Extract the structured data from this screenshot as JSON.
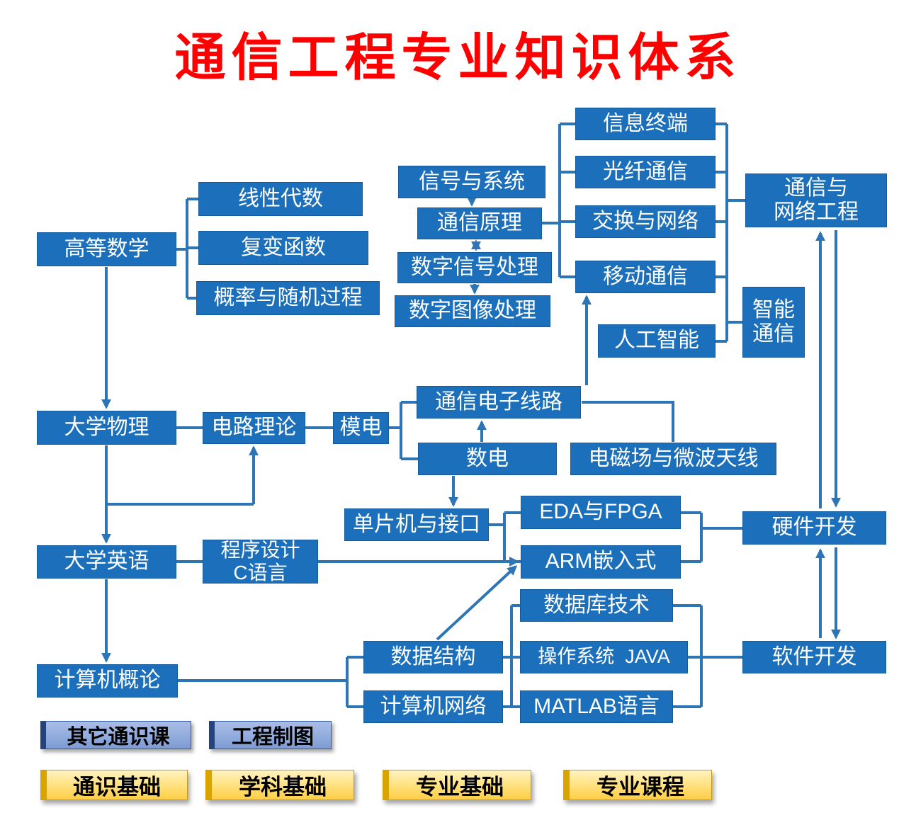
{
  "title": "通信工程专业知识体系",
  "nodes": {
    "advanced_math": "高等数学",
    "linear_algebra": "线性代数",
    "complex_functions": "复变函数",
    "probability": "概率与随机过程",
    "signals_systems": "信号与系统",
    "comm_principles": "通信原理",
    "dsp": "数字信号处理",
    "dip": "数字图像处理",
    "info_terminal": "信息终端",
    "optical_comm": "光纤通信",
    "switching_network": "交换与网络",
    "mobile_comm": "移动通信",
    "comm_network_eng": {
      "line1": "通信与",
      "line2": "网络工程"
    },
    "ai": "人工智能",
    "intelligent_comm": {
      "line1": "智能",
      "line2": "通信"
    },
    "physics": "大学物理",
    "circuit_theory": "电路理论",
    "analog_electronics": "模电",
    "comm_electronic_circuits": "通信电子线路",
    "digital_electronics": "数电",
    "em_microwave": "电磁场与微波天线",
    "mcu_interface": "单片机与接口",
    "eda_fpga": "EDA与FPGA",
    "arm_embedded": "ARM嵌入式",
    "hardware_dev": "硬件开发",
    "english": "大学英语",
    "programming_c": {
      "line1": "程序设计",
      "line2": "C语言"
    },
    "database": "数据库技术",
    "data_structure": "数据结构",
    "os_java": "操作系统  JAVA",
    "software_dev": "软件开发",
    "computer_intro": "计算机概论",
    "computer_network": "计算机网络",
    "matlab": "MATLAB语言"
  },
  "legend": {
    "other_general": "其它通识课",
    "engineering_drawing": "工程制图",
    "general_foundation": "通识基础",
    "discipline_foundation": "学科基础",
    "professional_foundation": "专业基础",
    "professional_courses": "专业课程"
  },
  "colors": {
    "node_blue": "#1B6FBB",
    "arrow_blue": "#2E75B6",
    "title_red": "#FF0000",
    "legend_periwinkle": "#8FAADC",
    "legend_yellow": "#FFD75E"
  }
}
